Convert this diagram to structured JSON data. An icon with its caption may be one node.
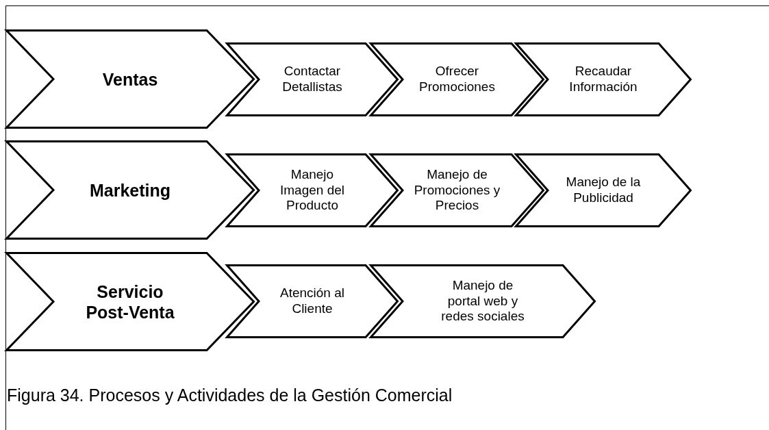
{
  "diagram": {
    "caption": "Figura 34. Procesos y Actividades de la Gestión Comercial",
    "nodes": [
      {
        "text": [
          "Ventas"
        ]
      },
      {
        "text": [
          "Contactar Detallistas"
        ]
      },
      {
        "text": [
          "Ofrecer Promociones"
        ]
      },
      {
        "text": [
          "Recaudar Información"
        ]
      },
      {
        "text": [
          "Marketing"
        ]
      },
      {
        "text": [
          "Manejo Imagen del Producto"
        ]
      },
      {
        "text": [
          "Manejo de Promociones y Precios"
        ]
      },
      {
        "text": [
          "Manejo de la Publicidad"
        ]
      },
      {
        "text": [
          "Servicio Post-Venta"
        ]
      },
      {
        "text": [
          "Atención al Cliente"
        ]
      },
      {
        "text": [
          "Manejo de portal web y redes sociales"
        ]
      }
    ]
  }
}
